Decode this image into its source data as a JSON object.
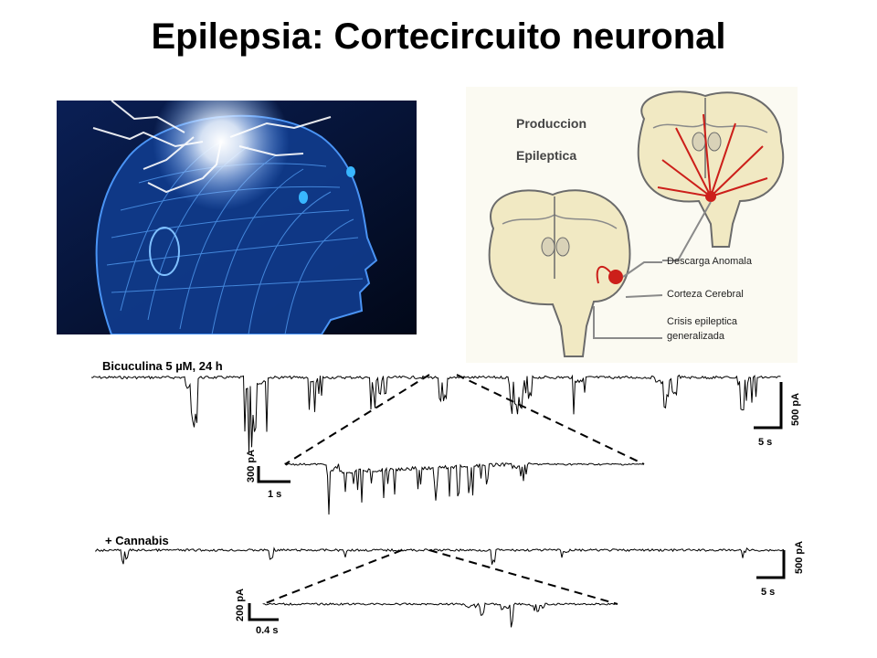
{
  "title": "Epilepsia: Cortecircuito neuronal",
  "brain": {
    "heading_1": "Produccion",
    "heading_2": "Epileptica",
    "callouts": [
      "Descarga Anomala",
      "Corteza Cerebral",
      "Crisis epileptica",
      "generalizada"
    ]
  },
  "traces": {
    "top_label": "Bicuculina 5 µM, 24 h",
    "bottom_label": "+ Cannabis",
    "scale_top": {
      "current": "500 pA",
      "time": "5 s"
    },
    "scale_zoom_top": {
      "current": "300 pA",
      "time": "1 s"
    },
    "scale_bottom": {
      "current": "500 pA",
      "time": "5 s"
    },
    "scale_zoom_bottom": {
      "current": "200 pA",
      "time": "0.4 s"
    }
  },
  "colors": {
    "accent_red": "#cc1f1a",
    "face_blue": "#3b7fd8",
    "trace": "#000000"
  }
}
